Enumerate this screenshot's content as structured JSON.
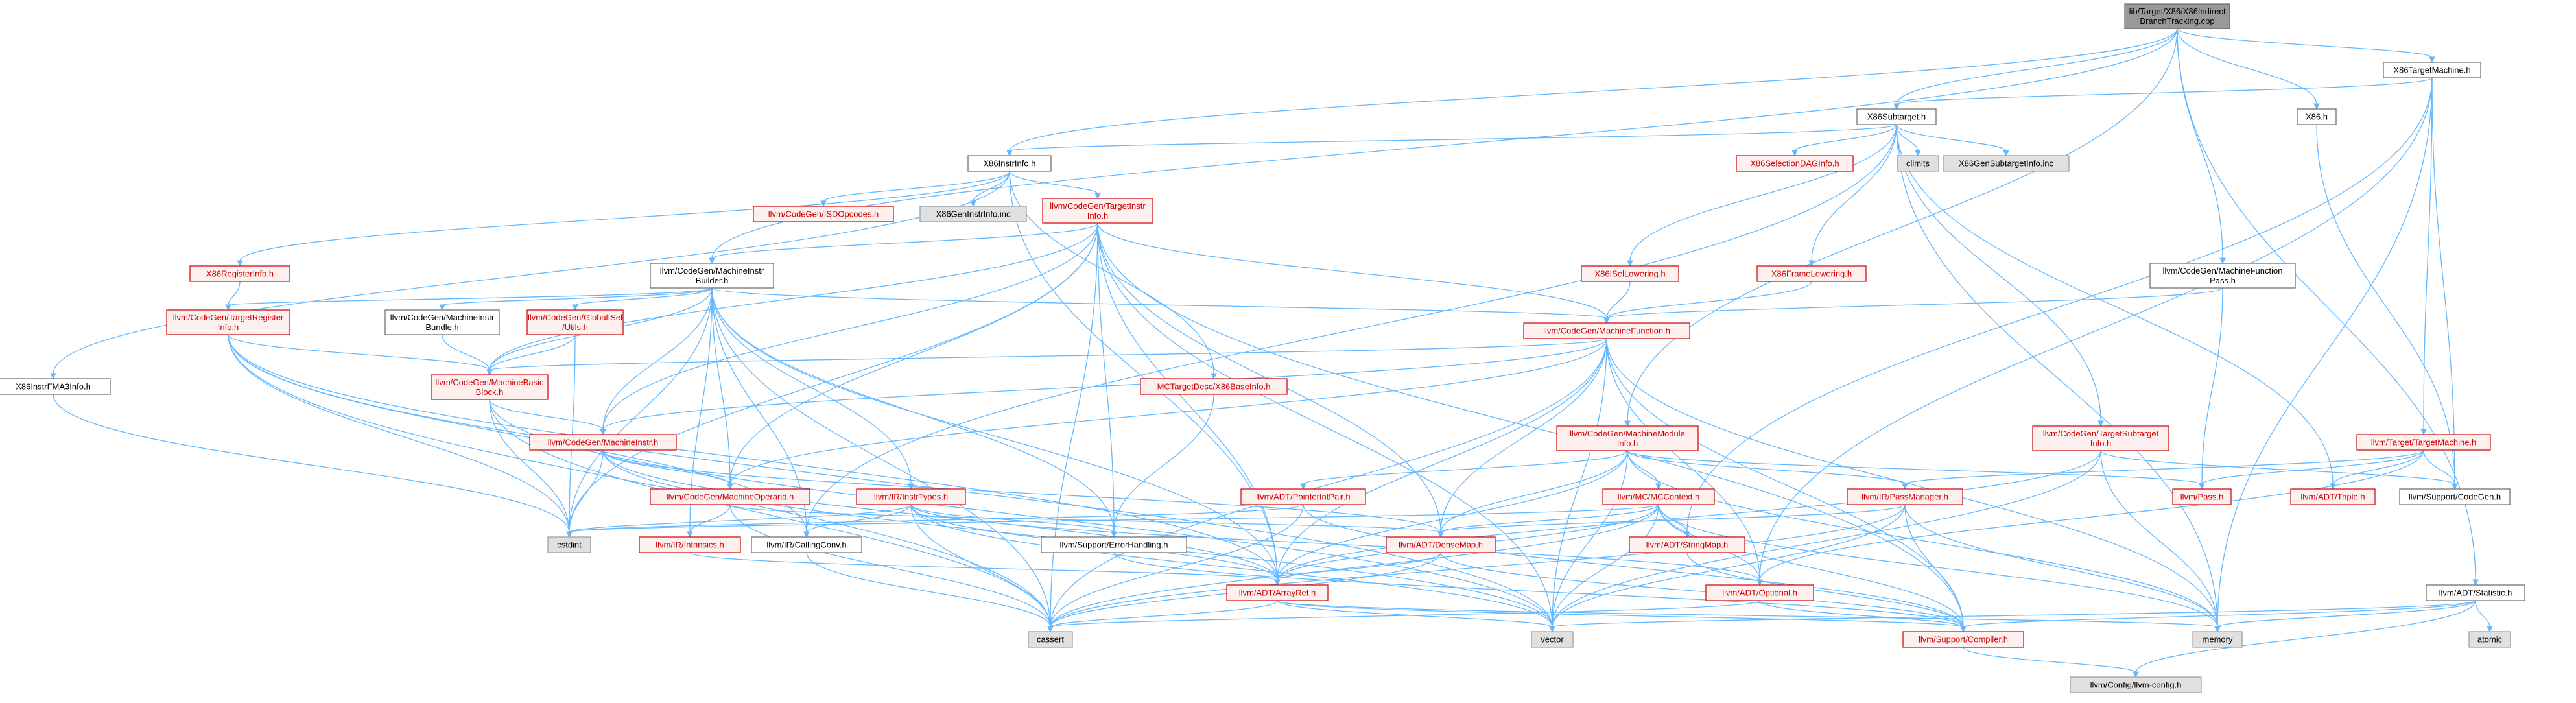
{
  "colors": {
    "root_fill": "#999999",
    "root_stroke": "#666666",
    "plain_fill": "#ffffff",
    "plain_stroke": "#666666",
    "plain_text": "#000000",
    "red_fill": "#fff0f0",
    "red_stroke": "#cc0000",
    "red_text": "#cc0000",
    "system_fill": "#e0e0e0",
    "system_stroke": "#999999",
    "system_text": "#000000",
    "edge": "#63b8ff"
  },
  "nodes": [
    {
      "id": "root",
      "lines": [
        "lib/Target/X86/X86Indirect",
        "BranchTracking.cpp"
      ],
      "style": "root"
    },
    {
      "id": "X86TargetMachine",
      "lines": [
        "X86TargetMachine.h"
      ],
      "style": "plain"
    },
    {
      "id": "X86Subtarget",
      "lines": [
        "X86Subtarget.h"
      ],
      "style": "plain"
    },
    {
      "id": "X86h",
      "lines": [
        "X86.h"
      ],
      "style": "plain"
    },
    {
      "id": "X86InstrInfo",
      "lines": [
        "X86InstrInfo.h"
      ],
      "style": "plain"
    },
    {
      "id": "TargetInstrInfo",
      "lines": [
        "llvm/CodeGen/TargetInstr",
        "Info.h"
      ],
      "style": "red"
    },
    {
      "id": "ISDOpcodes",
      "lines": [
        "llvm/CodeGen/ISDOpcodes.h"
      ],
      "style": "red"
    },
    {
      "id": "X86GenInstrInfo",
      "lines": [
        "X86GenInstrInfo.inc"
      ],
      "style": "system"
    },
    {
      "id": "X86SelectionDAGInfo",
      "lines": [
        "X86SelectionDAGInfo.h"
      ],
      "style": "red"
    },
    {
      "id": "climits",
      "lines": [
        "climits"
      ],
      "style": "system"
    },
    {
      "id": "X86GenSubtargetInfo",
      "lines": [
        "X86GenSubtargetInfo.inc"
      ],
      "style": "system"
    },
    {
      "id": "X86RegisterInfo",
      "lines": [
        "X86RegisterInfo.h"
      ],
      "style": "red"
    },
    {
      "id": "MachineInstrBuilder",
      "lines": [
        "llvm/CodeGen/MachineInstr",
        "Builder.h"
      ],
      "style": "plain"
    },
    {
      "id": "X86ISelLowering",
      "lines": [
        "X86ISelLowering.h"
      ],
      "style": "red"
    },
    {
      "id": "X86FrameLowering",
      "lines": [
        "X86FrameLowering.h"
      ],
      "style": "red"
    },
    {
      "id": "MachineFunctionPass",
      "lines": [
        "llvm/CodeGen/MachineFunction",
        "Pass.h"
      ],
      "style": "plain"
    },
    {
      "id": "TargetRegisterInfo",
      "lines": [
        "llvm/CodeGen/TargetRegister",
        "Info.h"
      ],
      "style": "red"
    },
    {
      "id": "MachineInstrBundle",
      "lines": [
        "llvm/CodeGen/MachineInstr",
        "Bundle.h"
      ],
      "style": "plain"
    },
    {
      "id": "GlobalISelUtils",
      "lines": [
        "llvm/CodeGen/GlobalISel",
        "/Utils.h"
      ],
      "style": "red"
    },
    {
      "id": "MachineFunction",
      "lines": [
        "llvm/CodeGen/MachineFunction.h"
      ],
      "style": "red"
    },
    {
      "id": "X86InstrFMA3Info",
      "lines": [
        "X86InstrFMA3Info.h"
      ],
      "style": "plain"
    },
    {
      "id": "MachineBasicBlock",
      "lines": [
        "llvm/CodeGen/MachineBasic",
        "Block.h"
      ],
      "style": "red"
    },
    {
      "id": "X86BaseInfo",
      "lines": [
        "MCTargetDesc/X86BaseInfo.h"
      ],
      "style": "red"
    },
    {
      "id": "MachineModuleInfo",
      "lines": [
        "llvm/CodeGen/MachineModule",
        "Info.h"
      ],
      "style": "red"
    },
    {
      "id": "TargetSubtargetInfo",
      "lines": [
        "llvm/CodeGen/TargetSubtarget",
        "Info.h"
      ],
      "style": "red"
    },
    {
      "id": "TargetMachineH",
      "lines": [
        "llvm/Target/TargetMachine.h"
      ],
      "style": "red"
    },
    {
      "id": "MachineInstr",
      "lines": [
        "llvm/CodeGen/MachineInstr.h"
      ],
      "style": "red"
    },
    {
      "id": "PointerIntPair",
      "lines": [
        "llvm/ADT/PointerIntPair.h"
      ],
      "style": "red"
    },
    {
      "id": "MCContext",
      "lines": [
        "llvm/MC/MCContext.h"
      ],
      "style": "red"
    },
    {
      "id": "PassManager",
      "lines": [
        "llvm/IR/PassManager.h"
      ],
      "style": "red"
    },
    {
      "id": "Pass",
      "lines": [
        "llvm/Pass.h"
      ],
      "style": "red"
    },
    {
      "id": "Triple",
      "lines": [
        "llvm/ADT/Triple.h"
      ],
      "style": "red"
    },
    {
      "id": "SupportCodeGen",
      "lines": [
        "llvm/Support/CodeGen.h"
      ],
      "style": "plain"
    },
    {
      "id": "InstrTypes",
      "lines": [
        "llvm/IR/InstrTypes.h"
      ],
      "style": "red"
    },
    {
      "id": "MachineOperand",
      "lines": [
        "llvm/CodeGen/MachineOperand.h"
      ],
      "style": "red"
    },
    {
      "id": "StringMap",
      "lines": [
        "llvm/ADT/StringMap.h"
      ],
      "style": "red"
    },
    {
      "id": "cstdint",
      "lines": [
        "cstdint"
      ],
      "style": "system"
    },
    {
      "id": "Intrinsics",
      "lines": [
        "llvm/IR/Intrinsics.h"
      ],
      "style": "red"
    },
    {
      "id": "CallingConv",
      "lines": [
        "llvm/IR/CallingConv.h"
      ],
      "style": "plain"
    },
    {
      "id": "ErrorHandling",
      "lines": [
        "llvm/Support/ErrorHandling.h"
      ],
      "style": "plain"
    },
    {
      "id": "DenseMap",
      "lines": [
        "llvm/ADT/DenseMap.h"
      ],
      "style": "red"
    },
    {
      "id": "Optional",
      "lines": [
        "llvm/ADT/Optional.h"
      ],
      "style": "red"
    },
    {
      "id": "ArrayRef",
      "lines": [
        "llvm/ADT/ArrayRef.h"
      ],
      "style": "red"
    },
    {
      "id": "Statistic",
      "lines": [
        "llvm/ADT/Statistic.h"
      ],
      "style": "plain"
    },
    {
      "id": "atomic",
      "lines": [
        "atomic"
      ],
      "style": "system"
    },
    {
      "id": "memory",
      "lines": [
        "memory"
      ],
      "style": "system"
    },
    {
      "id": "cassert",
      "lines": [
        "cassert"
      ],
      "style": "system"
    },
    {
      "id": "vector",
      "lines": [
        "vector"
      ],
      "style": "system"
    },
    {
      "id": "Compiler",
      "lines": [
        "llvm/Support/Compiler.h"
      ],
      "style": "red"
    },
    {
      "id": "llvmConfig",
      "lines": [
        "llvm/Config/llvm-config.h"
      ],
      "style": "system"
    }
  ],
  "edges": [
    [
      "root",
      "X86TargetMachine"
    ],
    [
      "root",
      "X86Subtarget"
    ],
    [
      "root",
      "X86h"
    ],
    [
      "root",
      "X86InstrInfo"
    ],
    [
      "root",
      "MachineInstrBuilder"
    ],
    [
      "root",
      "MachineFunctionPass"
    ],
    [
      "root",
      "MachineModuleInfo"
    ],
    [
      "root",
      "Statistic"
    ],
    [
      "X86TargetMachine",
      "X86Subtarget"
    ],
    [
      "X86TargetMachine",
      "TargetMachineH"
    ],
    [
      "X86TargetMachine",
      "SupportCodeGen"
    ],
    [
      "X86TargetMachine",
      "StringMap"
    ],
    [
      "X86TargetMachine",
      "Optional"
    ],
    [
      "X86TargetMachine",
      "memory"
    ],
    [
      "X86h",
      "SupportCodeGen"
    ],
    [
      "X86Subtarget",
      "X86InstrInfo"
    ],
    [
      "X86Subtarget",
      "X86SelectionDAGInfo"
    ],
    [
      "X86Subtarget",
      "climits"
    ],
    [
      "X86Subtarget",
      "X86GenSubtargetInfo"
    ],
    [
      "X86Subtarget",
      "X86ISelLowering"
    ],
    [
      "X86Subtarget",
      "X86FrameLowering"
    ],
    [
      "X86Subtarget",
      "TargetSubtargetInfo"
    ],
    [
      "X86Subtarget",
      "Triple"
    ],
    [
      "X86Subtarget",
      "memory"
    ],
    [
      "X86Subtarget",
      "CallingConv"
    ],
    [
      "X86InstrInfo",
      "TargetInstrInfo"
    ],
    [
      "X86InstrInfo",
      "ISDOpcodes"
    ],
    [
      "X86InstrInfo",
      "X86GenInstrInfo"
    ],
    [
      "X86InstrInfo",
      "X86RegisterInfo"
    ],
    [
      "X86InstrInfo",
      "X86InstrFMA3Info"
    ],
    [
      "X86InstrInfo",
      "X86BaseInfo"
    ],
    [
      "X86InstrInfo",
      "ArrayRef"
    ],
    [
      "TargetInstrInfo",
      "MachineInstrBuilder"
    ],
    [
      "TargetInstrInfo",
      "MachineFunction"
    ],
    [
      "TargetInstrInfo",
      "MachineBasicBlock"
    ],
    [
      "TargetInstrInfo",
      "MachineInstr"
    ],
    [
      "TargetInstrInfo",
      "MachineOperand"
    ],
    [
      "TargetInstrInfo",
      "DenseMap"
    ],
    [
      "TargetInstrInfo",
      "ArrayRef"
    ],
    [
      "TargetInstrInfo",
      "ErrorHandling"
    ],
    [
      "TargetInstrInfo",
      "cassert"
    ],
    [
      "TargetInstrInfo",
      "cstdint"
    ],
    [
      "TargetInstrInfo",
      "vector"
    ],
    [
      "TargetInstrInfo",
      "Compiler"
    ],
    [
      "X86RegisterInfo",
      "TargetRegisterInfo"
    ],
    [
      "MachineInstrBuilder",
      "TargetRegisterInfo"
    ],
    [
      "MachineInstrBuilder",
      "MachineInstrBundle"
    ],
    [
      "MachineInstrBuilder",
      "GlobalISelUtils"
    ],
    [
      "MachineInstrBuilder",
      "MachineFunction"
    ],
    [
      "MachineInstrBuilder",
      "MachineBasicBlock"
    ],
    [
      "MachineInstrBuilder",
      "MachineInstr"
    ],
    [
      "MachineInstrBuilder",
      "MachineOperand"
    ],
    [
      "MachineInstrBuilder",
      "InstrTypes"
    ],
    [
      "MachineInstrBuilder",
      "Intrinsics"
    ],
    [
      "MachineInstrBuilder",
      "ErrorHandling"
    ],
    [
      "MachineInstrBuilder",
      "ArrayRef"
    ],
    [
      "MachineInstrBuilder",
      "cassert"
    ],
    [
      "MachineInstrBuilder",
      "cstdint"
    ],
    [
      "MachineInstrBuilder",
      "CallingConv"
    ],
    [
      "X86ISelLowering",
      "MachineFunction"
    ],
    [
      "X86FrameLowering",
      "MachineFunction"
    ],
    [
      "MachineFunctionPass",
      "MachineFunction"
    ],
    [
      "MachineFunctionPass",
      "Pass"
    ],
    [
      "TargetRegisterInfo",
      "MachineBasicBlock"
    ],
    [
      "TargetRegisterInfo",
      "ArrayRef"
    ],
    [
      "TargetRegisterInfo",
      "cassert"
    ],
    [
      "TargetRegisterInfo",
      "cstdint"
    ],
    [
      "TargetRegisterInfo",
      "CallingConv"
    ],
    [
      "TargetRegisterInfo",
      "vector"
    ],
    [
      "MachineInstrBundle",
      "MachineBasicBlock"
    ],
    [
      "GlobalISelUtils",
      "MachineBasicBlock"
    ],
    [
      "GlobalISelUtils",
      "cstdint"
    ],
    [
      "MachineFunction",
      "MachineBasicBlock"
    ],
    [
      "MachineFunction",
      "MachineInstr"
    ],
    [
      "MachineFunction",
      "MachineOperand"
    ],
    [
      "MachineFunction",
      "DenseMap"
    ],
    [
      "MachineFunction",
      "ArrayRef"
    ],
    [
      "MachineFunction",
      "Compiler"
    ],
    [
      "MachineFunction",
      "cassert"
    ],
    [
      "MachineFunction",
      "memory"
    ],
    [
      "MachineFunction",
      "vector"
    ],
    [
      "MachineFunction",
      "Optional"
    ],
    [
      "MachineBasicBlock",
      "MachineInstr"
    ],
    [
      "MachineBasicBlock",
      "cassert"
    ],
    [
      "MachineBasicBlock",
      "cstdint"
    ],
    [
      "MachineBasicBlock",
      "vector"
    ],
    [
      "X86InstrFMA3Info",
      "cstdint"
    ],
    [
      "X86BaseInfo",
      "ErrorHandling"
    ],
    [
      "MachineModuleInfo",
      "PointerIntPair"
    ],
    [
      "MachineModuleInfo",
      "MCContext"
    ],
    [
      "MachineModuleInfo",
      "PassManager"
    ],
    [
      "MachineModuleInfo",
      "Pass"
    ],
    [
      "MachineModuleInfo",
      "DenseMap"
    ],
    [
      "MachineModuleInfo",
      "ArrayRef"
    ],
    [
      "MachineModuleInfo",
      "memory"
    ],
    [
      "MachineModuleInfo",
      "vector"
    ],
    [
      "TargetSubtargetInfo",
      "SupportCodeGen"
    ],
    [
      "TargetSubtargetInfo",
      "ArrayRef"
    ],
    [
      "TargetSubtargetInfo",
      "memory"
    ],
    [
      "TargetSubtargetInfo",
      "vector"
    ],
    [
      "TargetMachineH",
      "Pass"
    ],
    [
      "TargetMachineH",
      "Triple"
    ],
    [
      "TargetMachineH",
      "SupportCodeGen"
    ],
    [
      "TargetMachineH",
      "PassManager"
    ],
    [
      "TargetMachineH",
      "Optional"
    ],
    [
      "MachineInstr",
      "MachineOperand"
    ],
    [
      "MachineInstr",
      "cstdint"
    ],
    [
      "MachineInstr",
      "ArrayRef"
    ],
    [
      "MachineInstr",
      "DenseMap"
    ],
    [
      "MachineInstr",
      "vector"
    ],
    [
      "PointerIntPair",
      "cstdint"
    ],
    [
      "PointerIntPair",
      "cassert"
    ],
    [
      "PointerIntPair",
      "Compiler"
    ],
    [
      "MCContext",
      "DenseMap"
    ],
    [
      "MCContext",
      "StringMap"
    ],
    [
      "MCContext",
      "ArrayRef"
    ],
    [
      "MCContext",
      "Optional"
    ],
    [
      "MCContext",
      "cstdint"
    ],
    [
      "MCContext",
      "cassert"
    ],
    [
      "MCContext",
      "memory"
    ],
    [
      "MCContext",
      "vector"
    ],
    [
      "MCContext",
      "Compiler"
    ],
    [
      "PassManager",
      "DenseMap"
    ],
    [
      "PassManager",
      "cassert"
    ],
    [
      "PassManager",
      "memory"
    ],
    [
      "PassManager",
      "vector"
    ],
    [
      "PassManager",
      "Compiler"
    ],
    [
      "InstrTypes",
      "CallingConv"
    ],
    [
      "InstrTypes",
      "ArrayRef"
    ],
    [
      "InstrTypes",
      "cassert"
    ],
    [
      "InstrTypes",
      "cstdint"
    ],
    [
      "InstrTypes",
      "Optional"
    ],
    [
      "InstrTypes",
      "ErrorHandling"
    ],
    [
      "InstrTypes",
      "vector"
    ],
    [
      "MachineOperand",
      "Intrinsics"
    ],
    [
      "MachineOperand",
      "cassert"
    ],
    [
      "MachineOperand",
      "DenseMap"
    ],
    [
      "StringMap",
      "Compiler"
    ],
    [
      "Intrinsics",
      "ArrayRef"
    ],
    [
      "CallingConv",
      "cassert"
    ],
    [
      "ErrorHandling",
      "Compiler"
    ],
    [
      "DenseMap",
      "ArrayRef"
    ],
    [
      "DenseMap",
      "Compiler"
    ],
    [
      "DenseMap",
      "cassert"
    ],
    [
      "Optional",
      "Compiler"
    ],
    [
      "Optional",
      "cassert"
    ],
    [
      "ArrayRef",
      "Compiler"
    ],
    [
      "ArrayRef",
      "cassert"
    ],
    [
      "ArrayRef",
      "memory"
    ],
    [
      "ArrayRef",
      "vector"
    ],
    [
      "Statistic",
      "Compiler"
    ],
    [
      "Statistic",
      "atomic"
    ],
    [
      "Statistic",
      "memory"
    ],
    [
      "Statistic",
      "vector"
    ],
    [
      "Statistic",
      "llvmConfig"
    ],
    [
      "Compiler",
      "llvmConfig"
    ]
  ]
}
